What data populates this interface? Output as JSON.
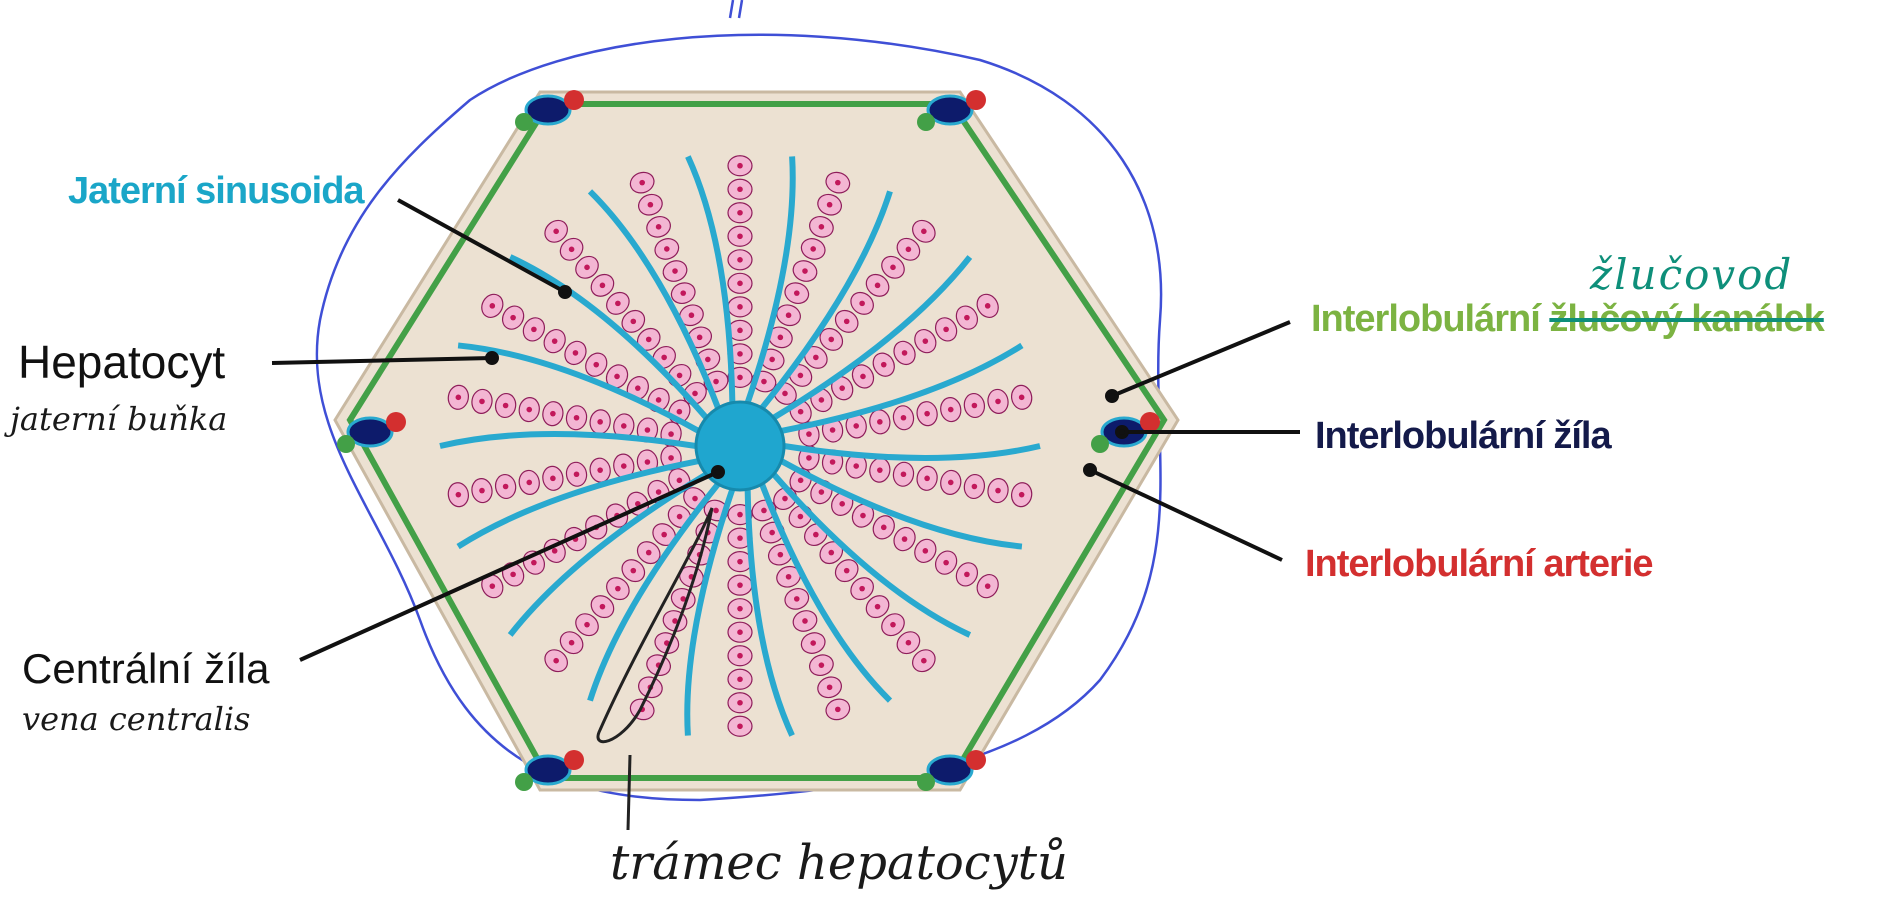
{
  "labels": {
    "sinusoid": "Jaterní sinusoida",
    "hepatocyte": "Hepatocyt",
    "central_vein": "Centrální žíla",
    "duct_prefix": "Interlobulární",
    "duct_struck": "žlučový kanálek",
    "vein": "Interlobulární žíla",
    "artery": "Interlobulární arterie"
  },
  "handwritten": {
    "hepatocyte_note": "jaterní buňka",
    "central_vein_note": "vena centralis",
    "trabecula_note": "trámec hepatocytů",
    "duct_note": "žlučovod"
  },
  "colors": {
    "sinusoid": "#29a9cf",
    "hepatocyte_fill": "#f3b6d3",
    "nucleus": "#c2185b",
    "bile_duct": "#43a047",
    "vein": "#0d1b6b",
    "artery": "#d32f2f",
    "lobule_fill": "#ece1d2",
    "pen_blue": "#3f4fd6",
    "pen_green": "#0e8f7a"
  }
}
